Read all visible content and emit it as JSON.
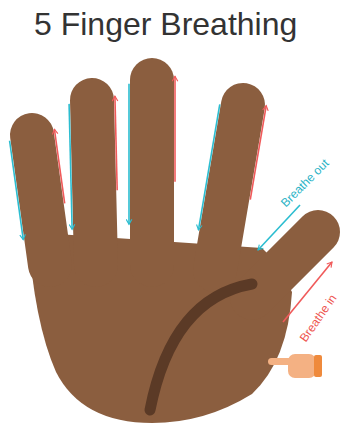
{
  "diagram": {
    "title": "5 Finger Breathing",
    "labels": [
      "Breathe out",
      "Breathe in"
    ]
  }
}
